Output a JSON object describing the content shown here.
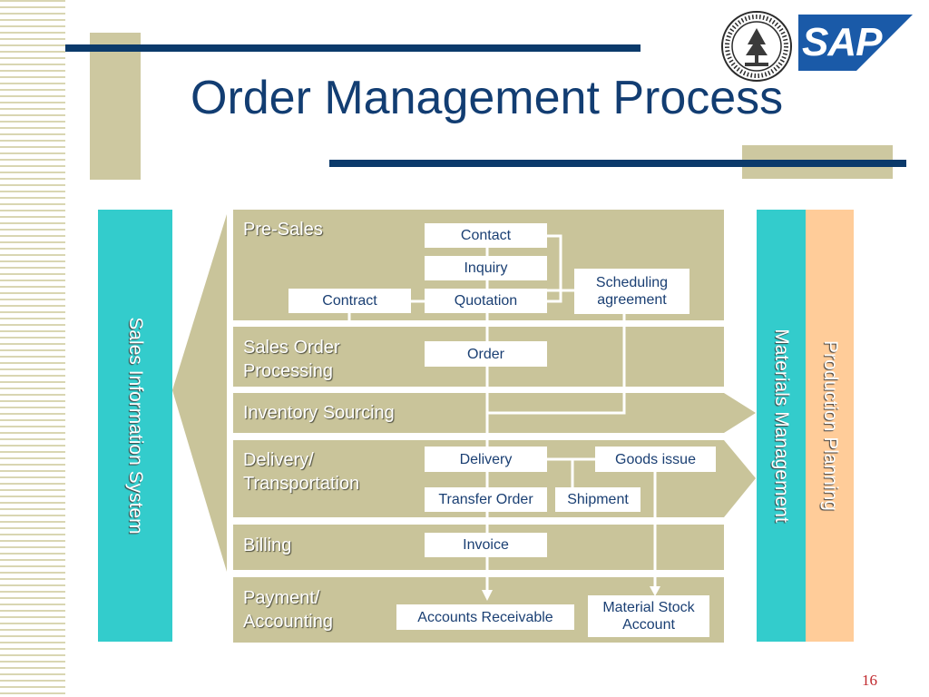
{
  "slide": {
    "title": "Order Management Process",
    "page_number": "16"
  },
  "logos": {
    "university_seal": {
      "icon": "university-seal-icon"
    },
    "sap": {
      "text": "SAP",
      "color": "#1a5aa8"
    }
  },
  "colors": {
    "title": "#123d72",
    "rule": "#0b3a6b",
    "accent_block": "#cdc8a0",
    "lane": "#c9c49a",
    "sales_info": "#33cccc",
    "materials": "#33cccc",
    "production": "#ffcc99",
    "page_number": "#c0282d"
  },
  "side_panels": {
    "sales_info": "Sales Information System",
    "materials": "Materials Management",
    "production": "Production Planning"
  },
  "lanes": {
    "presales": "Pre-Sales",
    "sales_order": [
      "Sales Order",
      "Processing"
    ],
    "inventory": "Inventory Sourcing",
    "delivery": [
      "Delivery/",
      "Transportation"
    ],
    "billing": "Billing",
    "payment": [
      "Payment/",
      "Accounting"
    ]
  },
  "boxes": {
    "contact": "Contact",
    "inquiry": "Inquiry",
    "quotation": "Quotation",
    "contract": "Contract",
    "scheduling": [
      "Scheduling",
      "agreement"
    ],
    "order": "Order",
    "delivery": "Delivery",
    "goods_issue": "Goods issue",
    "transfer_order": "Transfer Order",
    "shipment": "Shipment",
    "invoice": "Invoice",
    "accounts_receivable": "Accounts Receivable",
    "material_stock": [
      "Material Stock",
      "Account"
    ]
  }
}
